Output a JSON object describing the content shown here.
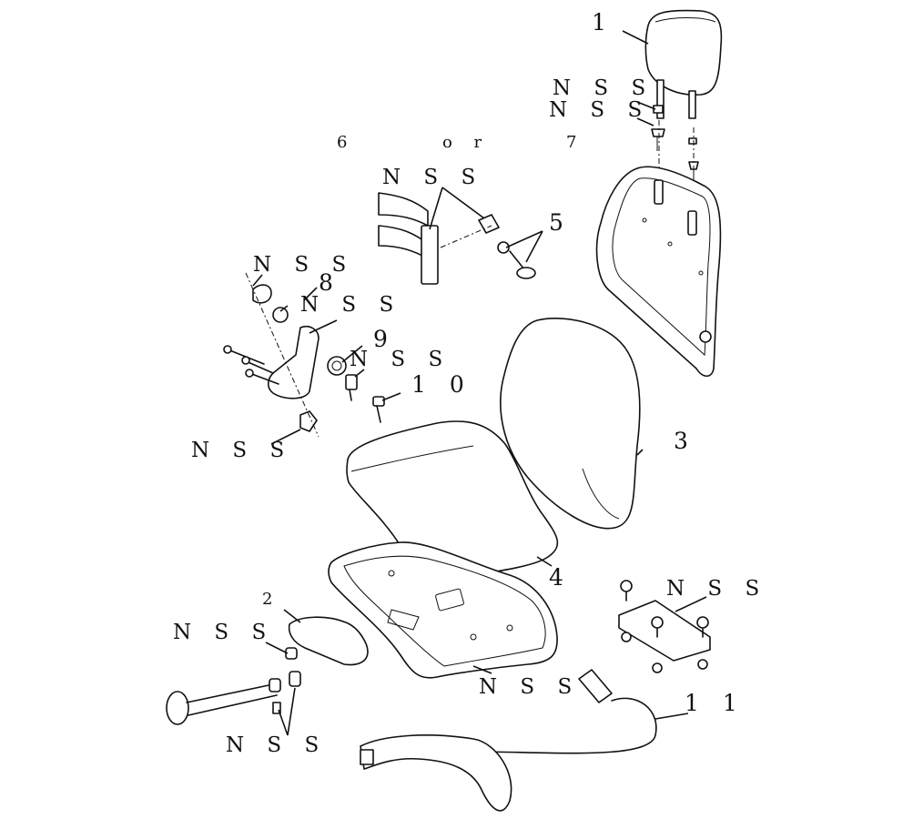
{
  "labels": {
    "l1": "1",
    "l2": "2",
    "l3": "3",
    "l4": "4",
    "l5": "5",
    "l6": "6",
    "l7": "7",
    "l8": "8",
    "l9": "9",
    "l10": "1 0",
    "l11": "1 1",
    "or": "o r",
    "nss": "N S S"
  }
}
